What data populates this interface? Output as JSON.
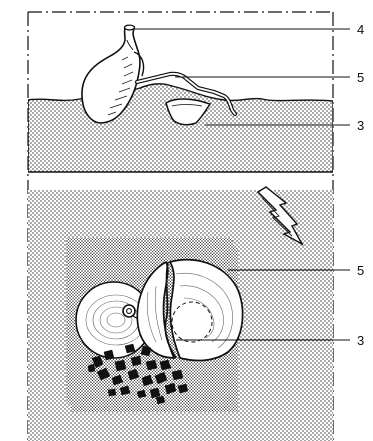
{
  "colors": {
    "background": "#ffffff",
    "stipple": "#2a2a2a",
    "line": "#111111",
    "light_fill": "#ffffff"
  },
  "callouts": {
    "upper": [
      {
        "label": "4",
        "part": "vessel-mouth"
      },
      {
        "label": "5",
        "part": "handle-fragment"
      },
      {
        "label": "3",
        "part": "sherd-in-ground"
      }
    ],
    "lower": [
      {
        "label": "5",
        "part": "bowl-rim"
      },
      {
        "label": "3",
        "part": "bowl-base"
      }
    ]
  },
  "icons": {
    "lightning": "zigzag-arrow-icon"
  }
}
